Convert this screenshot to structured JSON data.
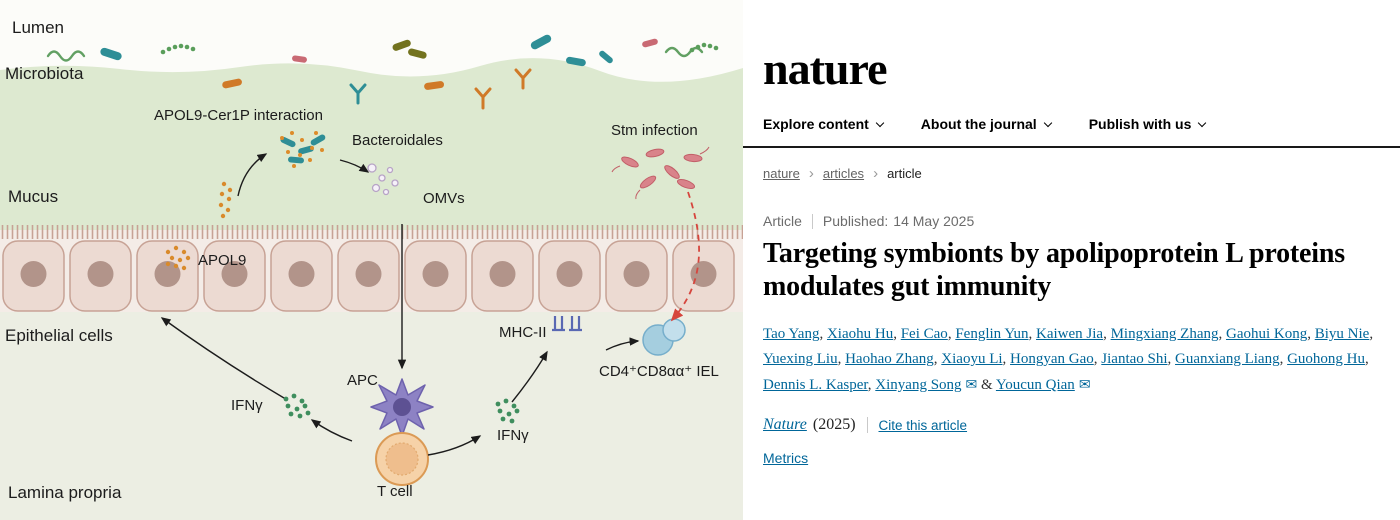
{
  "site": {
    "logo": "nature",
    "nav": [
      {
        "label": "Explore content"
      },
      {
        "label": "About the journal"
      },
      {
        "label": "Publish with us"
      }
    ],
    "breadcrumbs": {
      "level1": "nature",
      "level2": "articles",
      "current": "article"
    },
    "link_color": "#006699"
  },
  "article": {
    "type_label": "Article",
    "published_label": "Published:",
    "published_date": "14 May 2025",
    "title": "Targeting symbionts by apolipoprotein L proteins modulates gut immunity",
    "authors": [
      {
        "name": "Tao Yang"
      },
      {
        "name": "Xiaohu Hu"
      },
      {
        "name": "Fei Cao"
      },
      {
        "name": "Fenglin Yun"
      },
      {
        "name": "Kaiwen Jia"
      },
      {
        "name": "Mingxiang Zhang"
      },
      {
        "name": "Gaohui Kong"
      },
      {
        "name": "Biyu Nie"
      },
      {
        "name": "Yuexing Liu"
      },
      {
        "name": "Haohao Zhang"
      },
      {
        "name": "Xiaoyu Li"
      },
      {
        "name": "Hongyan Gao"
      },
      {
        "name": "Jiantao Shi"
      },
      {
        "name": "Guanxiang Liang"
      },
      {
        "name": "Guohong Hu"
      },
      {
        "name": "Dennis L. Kasper"
      },
      {
        "name": "Xinyang Song",
        "email": true
      },
      {
        "name": "Youcun Qian",
        "email": true
      }
    ],
    "journal_name": "Nature",
    "journal_year": "(2025)",
    "cite_label": "Cite this article",
    "metrics_label": "Metrics"
  },
  "figure": {
    "labels": {
      "lumen": "Lumen",
      "microbiota": "Microbiota",
      "mucus": "Mucus",
      "epithelial_cells": "Epithelial cells",
      "lamina_propria": "Lamina propria",
      "apol9_cer1p": "APOL9-Cer1P interaction",
      "bacteroidales": "Bacteroidales",
      "omvs": "OMVs",
      "stm_infection": "Stm infection",
      "apol9": "APOL9",
      "mhc2": "MHC-II",
      "iel": "CD4⁺CD8αα⁺ IEL",
      "apc": "APC",
      "ifng_left": "IFNγ",
      "ifng_right": "IFNγ",
      "t_cell": "T cell"
    }
  }
}
